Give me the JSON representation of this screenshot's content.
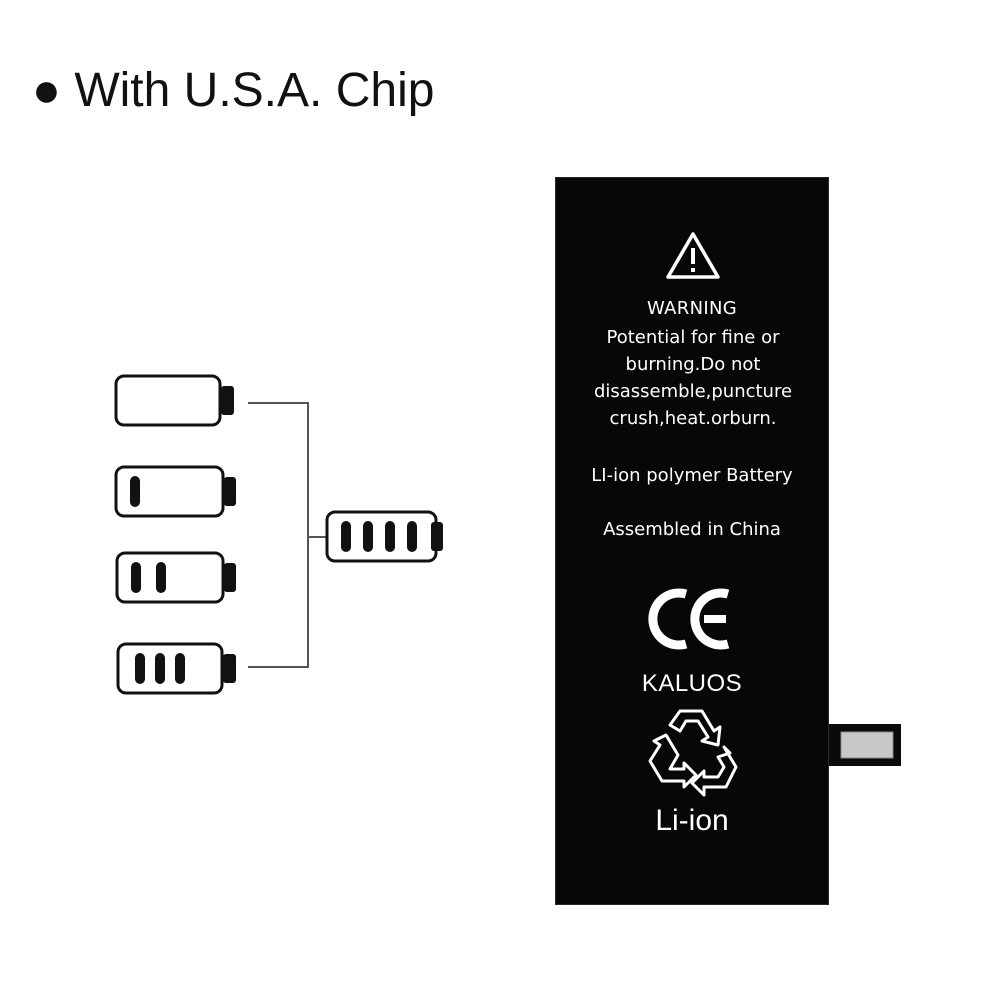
{
  "headline": "● With U.S.A. Chip",
  "charge_stages": [
    {
      "label": "empty",
      "bars": 0
    },
    {
      "label": "one-bar",
      "bars": 1
    },
    {
      "label": "two-bars",
      "bars": 2
    },
    {
      "label": "three-bars",
      "bars": 3
    }
  ],
  "full_battery": {
    "bars": 4
  },
  "battery_label": {
    "warning_title": "WARNING",
    "warning_text_1": "Potential for fine or",
    "warning_text_2": "burning.Do not",
    "warning_text_3": "disassemble,puncture",
    "warning_text_4": "crush,heat.orburn.",
    "type": "LI-ion polymer Battery",
    "origin": "Assembled in China",
    "ce": "CE",
    "brand": "KALUOS",
    "chemistry": "Li-ion"
  },
  "icons": {
    "warning": "warning-triangle-icon",
    "ce": "ce-mark-icon",
    "recycle": "recycle-icon",
    "battery": "battery-icon"
  },
  "colors": {
    "battery_body": "#070707",
    "text_light": "#ffffff",
    "outline": "#111111",
    "connector": "#c8c8c8"
  }
}
